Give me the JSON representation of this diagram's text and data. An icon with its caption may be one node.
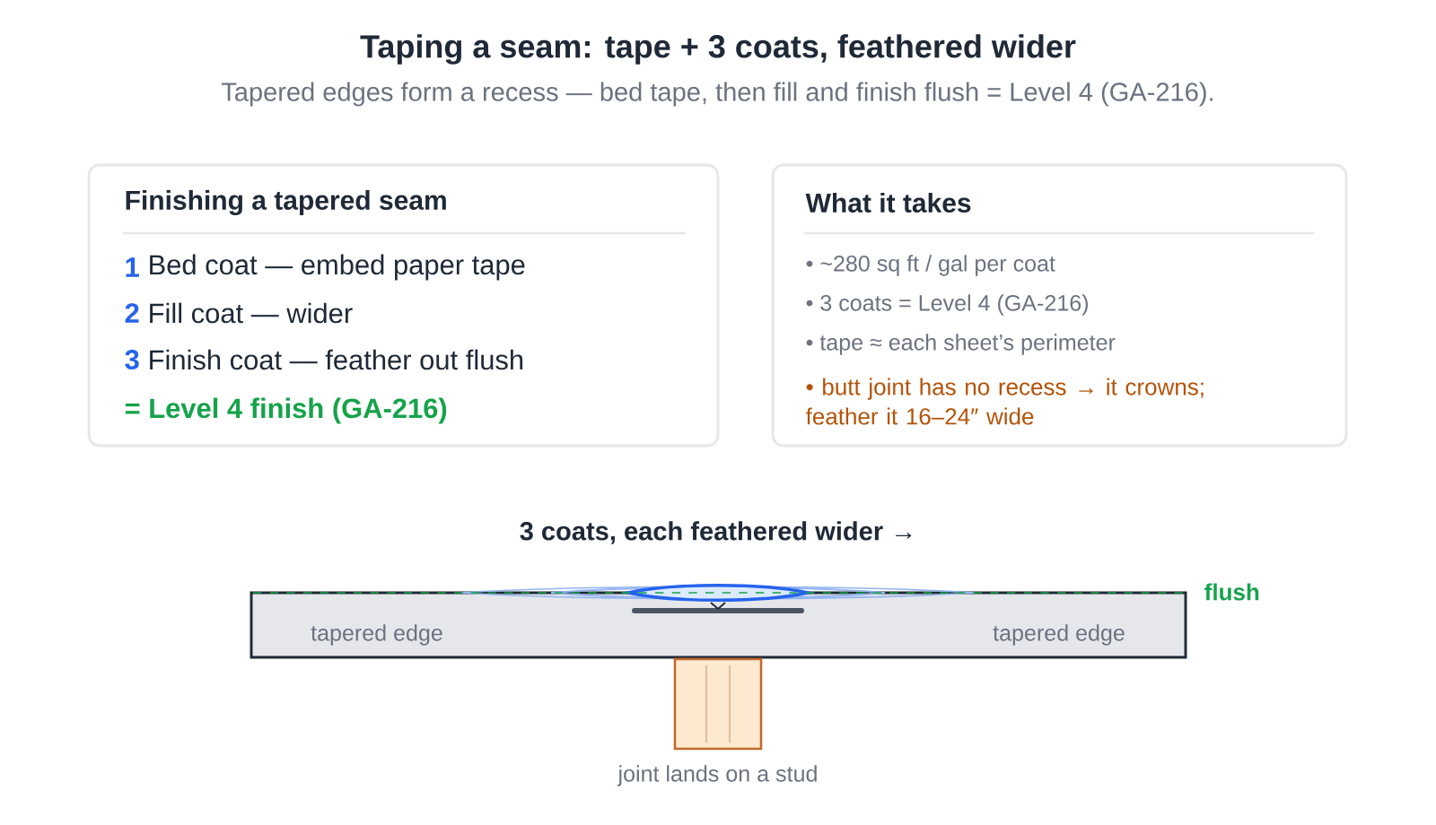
{
  "diagram": {
    "title": "Taping a seam: tape + 3 coats, feathered wider",
    "nodes": [
      {
        "text": [
          "Finishing a tapered seam",
          "1",
          "Bed coat — embed paper tape",
          "2",
          "Fill coat — wider",
          "3",
          "Finish coat — feather out flush",
          "= Level 4 finish (GA-216)"
        ]
      },
      {
        "text": [
          "What it takes",
          "• ~280 sq ft / gal per coat",
          "• 3 coats = Level 4 (GA-216)",
          "• tape ≈ each sheet’s perimeter",
          "• butt joint has no recess → it crowns; feather it 16–24″ wide"
        ]
      },
      {
        "text": [
          "tapered edge",
          "tapered edge"
        ]
      },
      {
        "text": [],
        "shape": "box",
        "beside": [
          "joint lands on a stud"
        ]
      }
    ],
    "labels": [
      "Tapered edges form a recess — bed tape, then fill and finish flush = Level 4 (GA-216).",
      "3 coats, each feathered wider →",
      "flush"
    ]
  }
}
